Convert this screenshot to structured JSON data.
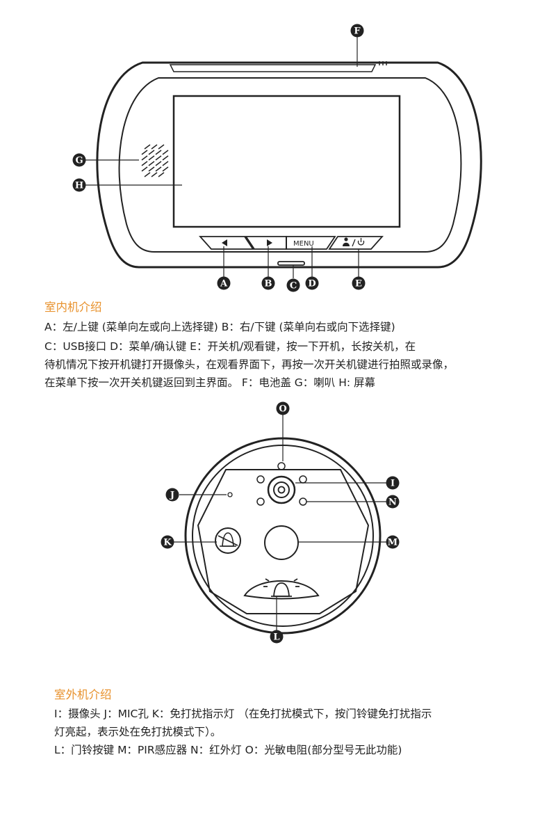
{
  "indoor": {
    "labels": {
      "A": "A",
      "B": "B",
      "C": "C",
      "D": "D",
      "E": "E",
      "F": "F",
      "G": "G",
      "H": "H"
    },
    "menu_text": "MENU",
    "title": "室内机介绍",
    "lines": [
      "A：左/上键 (菜单向左或向上选择键)        B：右/下键 (菜单向右或向下选择键)",
      "C：USB接口      D：菜单/确认键        E：开关机/观看键，按一下开机，长按关机，在",
      "待机情况下按开机键打开摄像头，在观看界面下，再按一次开关机键进行拍照或录像，",
      "在菜单下按一次开关机键返回到主界面。    F：电池盖      G：喇叭      H: 屏幕"
    ]
  },
  "outdoor": {
    "labels": {
      "I": "I",
      "J": "J",
      "K": "K",
      "L": "L",
      "M": "M",
      "N": "N",
      "O": "O"
    },
    "title": "室外机介绍",
    "lines": [
      "I：摄像头     J：MIC孔      K：免打扰指示灯 （在免打扰模式下，按门铃键免打扰指示",
      "灯亮起，表示处在免打扰模式下）。",
      "L：门铃按键  M：PIR感应器  N：红外灯  O：光敏电阻(部分型号无此功能)"
    ]
  }
}
